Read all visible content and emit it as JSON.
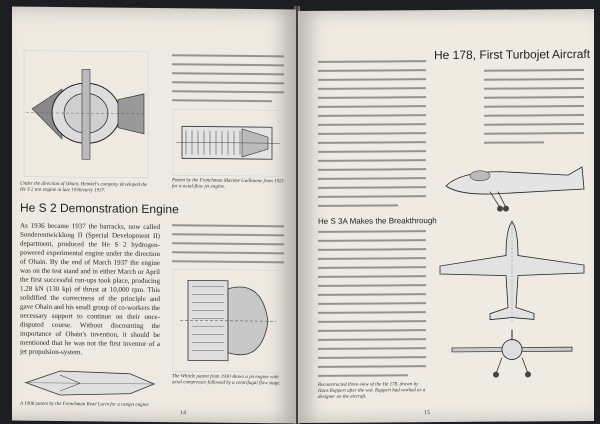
{
  "left": {
    "caption_engine": "Under the direction of Ohain, Heinkel's company developed the He S 2 test engine in late 1936/early 1937.",
    "caption_patent": "Patent by the Frenchman Maxime Guillaume from 1921 for a axial-flow jet engine.",
    "heading": "He S 2 Demonstration Engine",
    "body": "As 1936 became 1937 the barracks, now called Sonderentwicklung II (Special Development II) department, produced the He S 2 hydrogen-powered experimental engine under the direction of Ohain. By the end of March 1937 the engine was on the test stand and in either March or April the first successful run-ups took place, producing 1.28 kN (130 kp) of thrust at 10,000 rpm. This solidified the correctness of the principle and gave Ohain and his small group of co-workers the necessary support to continue on their once-disputed course. Without discounting the importance of Ohain's invention, it should be mentioned that he was not the first inventor of a jet propulsion-system.",
    "caption_lorin": "A 1908 patent by the Frenchman René Lorin for a ramjet engine",
    "caption_whittle": "The Whittle patent from 1930 shows a jet engine with axial compressor followed by a centrifugal flow stage.",
    "page_number": "14"
  },
  "right": {
    "heading": "He 178, First Turbojet Aircraft",
    "subheading": "He S 3A Makes the Breakthrough",
    "caption_he178": "Reconstructed three-view of the He 178, drawn by Hans Ruppert after the war. Ruppert had worked as a designer on the aircraft.",
    "page_number": "15"
  }
}
